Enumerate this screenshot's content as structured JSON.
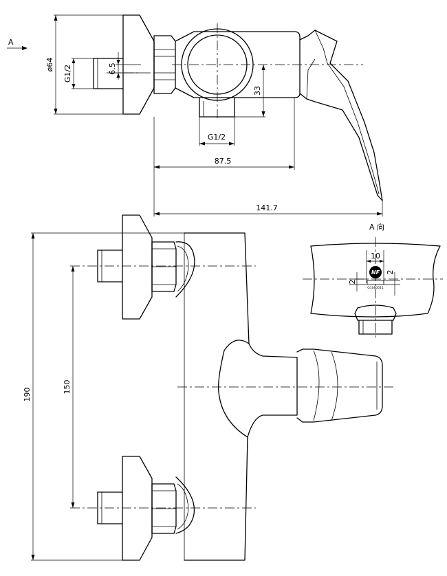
{
  "view_marker": {
    "top": "A",
    "detail": "A 向"
  },
  "dimensions": {
    "flange_diameter": "ø64",
    "inlet_thread": "G1/2",
    "offset": "6.5",
    "outlet_height": "33",
    "outlet_thread": "G1/2",
    "handle_reach": "87.5",
    "total_depth": "141.7",
    "total_height": "190",
    "inlet_spacing": "150",
    "detail_width": "10",
    "detail_left": "2",
    "detail_right": "2"
  },
  "certification": {
    "mark": "NF",
    "code": "G1060011"
  }
}
